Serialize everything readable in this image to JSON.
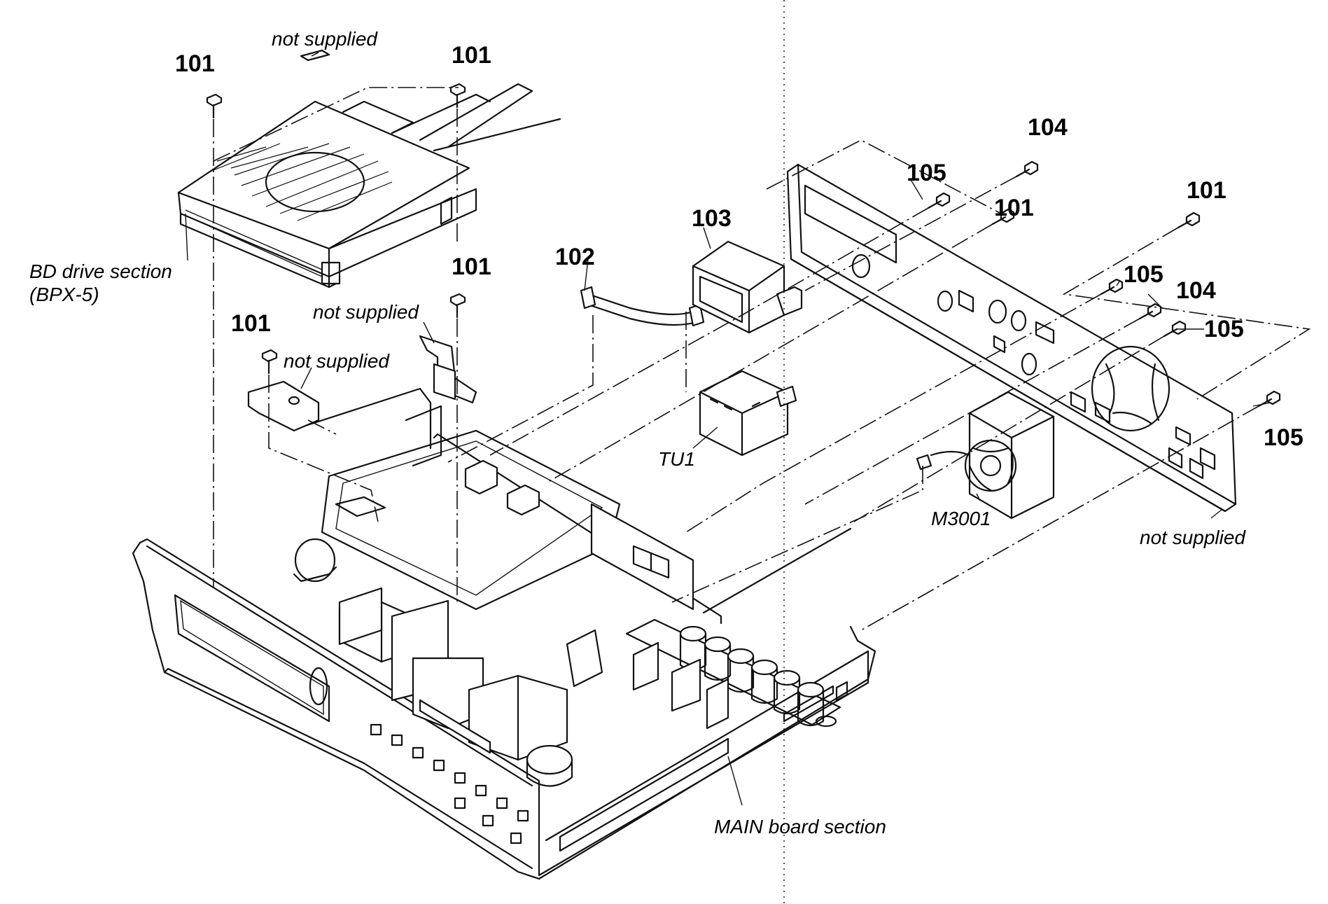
{
  "labels": {
    "screw_101": "101",
    "cable_102": "102",
    "bracket_103": "103",
    "screw_104": "104",
    "screw_105": "105",
    "not_supplied": "not supplied",
    "bd_drive_line1": "BD drive section",
    "bd_drive_line2": "(BPX-5)",
    "tuner": "TU1",
    "fan": "M3001",
    "main_board": "MAIN board section"
  },
  "colors": {
    "line": "#111111",
    "background": "#ffffff"
  }
}
